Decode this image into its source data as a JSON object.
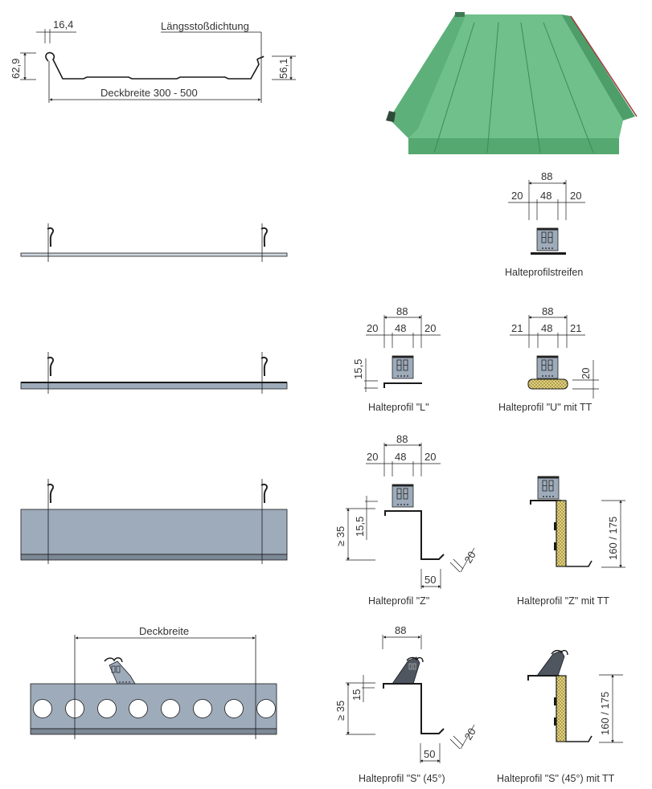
{
  "colors": {
    "steel": "#9dabba",
    "steel_dark": "#7d8895",
    "insulation": "#d9c97a",
    "roof_green": "#6fc08a",
    "roof_green_dark": "#4ea56c",
    "line": "#1a1a1a"
  },
  "profile": {
    "dim_top": "16,4",
    "seal_label": "Längsstoßdichtung",
    "dim_left_height": "62,9",
    "dim_right_height": "56,1",
    "width_label": "Deckbreite 300 - 500"
  },
  "photo": {
    "name": "Standing seam roof panel (green)"
  },
  "substrates": {
    "row2": "thin sheet",
    "row3": "board",
    "row4": "thick panel",
    "row5_label": "Deckbreite"
  },
  "holders": {
    "streifen": {
      "dim_total": "88",
      "dim_left": "20",
      "dim_mid": "48",
      "dim_right": "20",
      "caption": "Halteprofilstreifen"
    },
    "L": {
      "dim_total": "88",
      "dim_left": "20",
      "dim_mid": "48",
      "dim_right": "20",
      "dim_height": "15,5",
      "caption": "Halteprofil \"L\""
    },
    "U_TT": {
      "dim_total": "88",
      "dim_left": "21",
      "dim_mid": "48",
      "dim_right": "21",
      "dim_height": "20",
      "caption": "Halteprofil \"U\" mit TT"
    },
    "Z": {
      "dim_total": "88",
      "dim_left": "20",
      "dim_mid": "48",
      "dim_right": "20",
      "dim_height_small": "15,5",
      "dim_height_min": "≥ 35",
      "dim_foot": "50",
      "dim_lip": "20",
      "caption": "Halteprofil \"Z\""
    },
    "Z_TT": {
      "dim_height": "160 / 175",
      "caption": "Halteprofil \"Z\" mit TT"
    },
    "S": {
      "dim_total": "88",
      "dim_height_small": "15",
      "dim_height_min": "≥ 35",
      "dim_foot": "50",
      "dim_lip": "20",
      "caption": "Halteprofil \"S\" (45°)"
    },
    "S_TT": {
      "dim_height": "160 / 175",
      "caption": "Halteprofil \"S\" (45°) mit TT"
    }
  }
}
